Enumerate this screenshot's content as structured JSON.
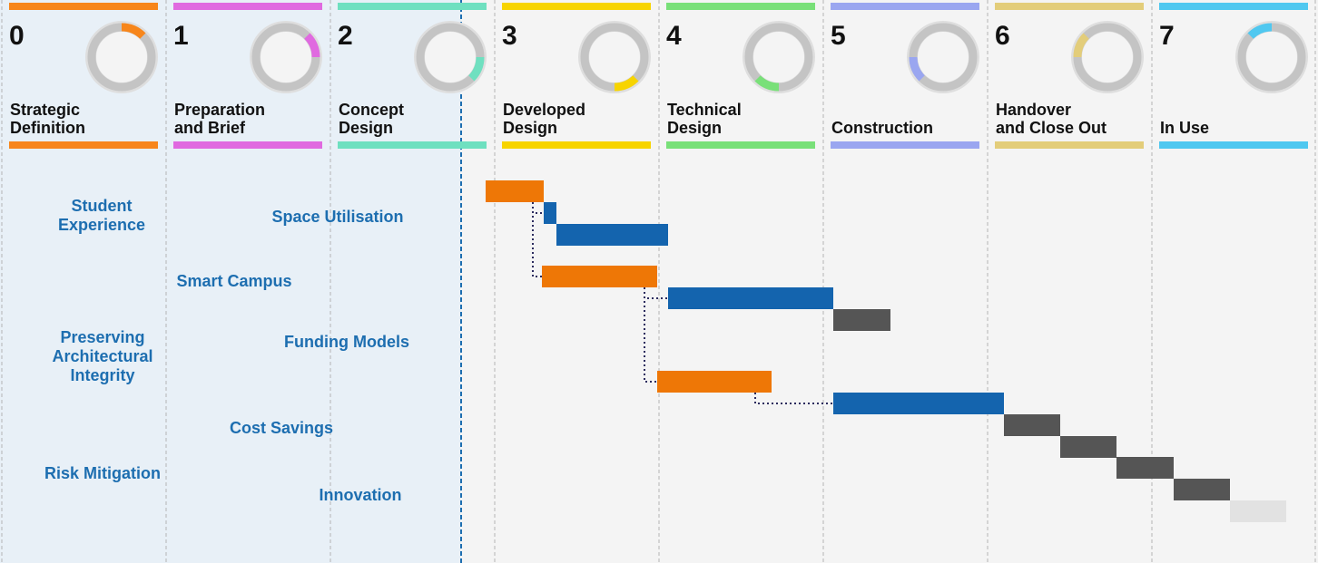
{
  "stages": [
    {
      "number": "0",
      "title_lines": [
        "Strategic",
        "Definition"
      ],
      "color": "#f7861b"
    },
    {
      "number": "1",
      "title_lines": [
        "Preparation",
        "and Brief"
      ],
      "color": "#e06ae0"
    },
    {
      "number": "2",
      "title_lines": [
        "Concept",
        "Design"
      ],
      "color": "#6fe0c0"
    },
    {
      "number": "3",
      "title_lines": [
        "Developed",
        "Design"
      ],
      "color": "#f7d400"
    },
    {
      "number": "4",
      "title_lines": [
        "Technical",
        "Design"
      ],
      "color": "#79e079"
    },
    {
      "number": "5",
      "title_lines": [
        "",
        "Construction"
      ],
      "color": "#9aa6f0"
    },
    {
      "number": "6",
      "title_lines": [
        "Handover",
        "and Close Out"
      ],
      "color": "#e3cd7a"
    },
    {
      "number": "7",
      "title_lines": [
        "",
        "In Use"
      ],
      "color": "#50c8f0"
    }
  ],
  "benefits": [
    {
      "text": "Student Experience",
      "lines": [
        "Student",
        "Experience"
      ]
    },
    {
      "text": "Space Utilisation",
      "lines": [
        "Space Utilisation"
      ]
    },
    {
      "text": "Smart Campus",
      "lines": [
        "Smart Campus"
      ]
    },
    {
      "text": "Preserving Architectural Integrity",
      "lines": [
        "Preserving",
        "Architectural",
        "Integrity"
      ]
    },
    {
      "text": "Funding Models",
      "lines": [
        "Funding Models"
      ]
    },
    {
      "text": "Cost Savings",
      "lines": [
        "Cost Savings"
      ]
    },
    {
      "text": "Risk Mitigation",
      "lines": [
        "Risk Mitigation"
      ]
    },
    {
      "text": "Innovation",
      "lines": [
        "Innovation"
      ]
    }
  ],
  "task_colors": {
    "orange": "#ee7706",
    "blue": "#1464ae",
    "dark": "#555555",
    "light": "#e2e2e2"
  }
}
